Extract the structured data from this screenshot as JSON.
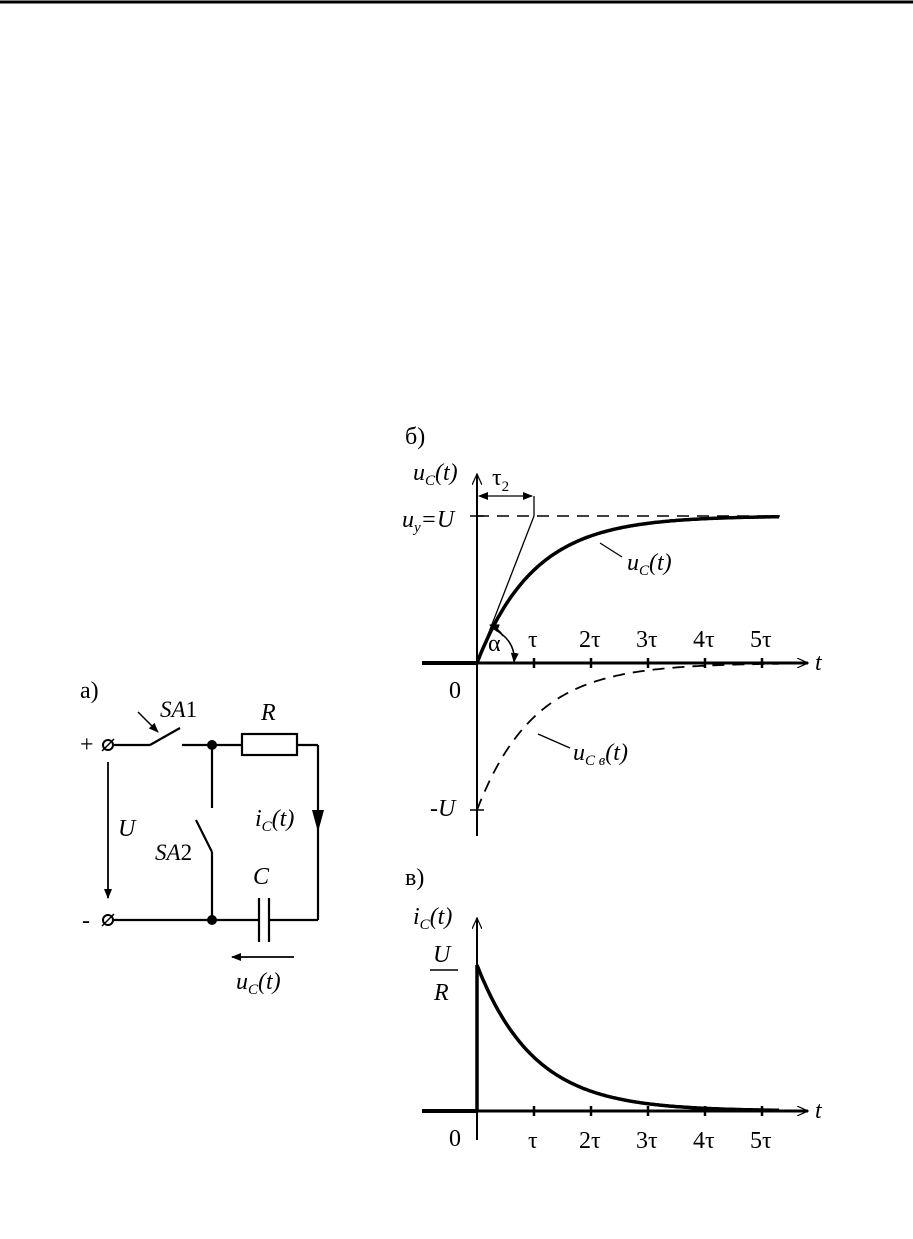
{
  "panels": {
    "a": "а)",
    "b": "б)",
    "c": "в)"
  },
  "circuit": {
    "plus": "+",
    "minus": "-",
    "switch1": {
      "base": "SA",
      "num": "1"
    },
    "switch2": {
      "base": "SA",
      "num": "2"
    },
    "resistor": "R",
    "capacitor": "C",
    "source_voltage": "U",
    "current": {
      "base": "i",
      "sub": "C",
      "arg": "(t)"
    },
    "cap_voltage": {
      "base": "u",
      "sub": "C",
      "arg": "(t)"
    }
  },
  "chart_data": [
    {
      "type": "line",
      "panel": "б)",
      "ylabel": {
        "base": "u",
        "sub": "C",
        "arg": "(t)"
      },
      "xlabel": "t",
      "origin_label": "0",
      "ytick_top": {
        "base": "u",
        "sub": "y",
        "rest": "=U"
      },
      "ytick_bottom": "-U",
      "x_ticks": [
        "τ",
        "2τ",
        "3τ",
        "4τ",
        "5τ"
      ],
      "x_tick_values": [
        1,
        2,
        3,
        4,
        5
      ],
      "xlim": [
        -1,
        5.8
      ],
      "ylim": [
        -1.05,
        1.3
      ],
      "tau_annotation": {
        "base": "τ",
        "sub": "2"
      },
      "angle_label": "α",
      "series": [
        {
          "name": "u_C(t)",
          "label": {
            "base": "u",
            "sub": "C",
            "arg": "(t)"
          },
          "style": "solid",
          "formula": "1 - exp(-t/τ)",
          "x_end": 5.3
        },
        {
          "name": "u_Cв(t)",
          "label": {
            "base": "u",
            "sub": "C в",
            "arg": "(t)"
          },
          "style": "dashed",
          "formula": "-exp(-t/τ)",
          "x_end": 5.3
        }
      ]
    },
    {
      "type": "line",
      "panel": "в)",
      "ylabel": {
        "base": "i",
        "sub": "C",
        "arg": "(t)"
      },
      "xlabel": "t",
      "origin_label": "0",
      "ytick_top": {
        "num": "U",
        "den": "R"
      },
      "x_ticks": [
        "τ",
        "2τ",
        "3τ",
        "4τ",
        "5τ"
      ],
      "x_tick_values": [
        1,
        2,
        3,
        4,
        5
      ],
      "xlim": [
        -1,
        5.8
      ],
      "ylim": [
        0,
        1.3
      ],
      "series": [
        {
          "name": "i_C(t)",
          "style": "solid",
          "formula": "exp(-t/τ)",
          "x_end": 5.3
        }
      ]
    }
  ]
}
